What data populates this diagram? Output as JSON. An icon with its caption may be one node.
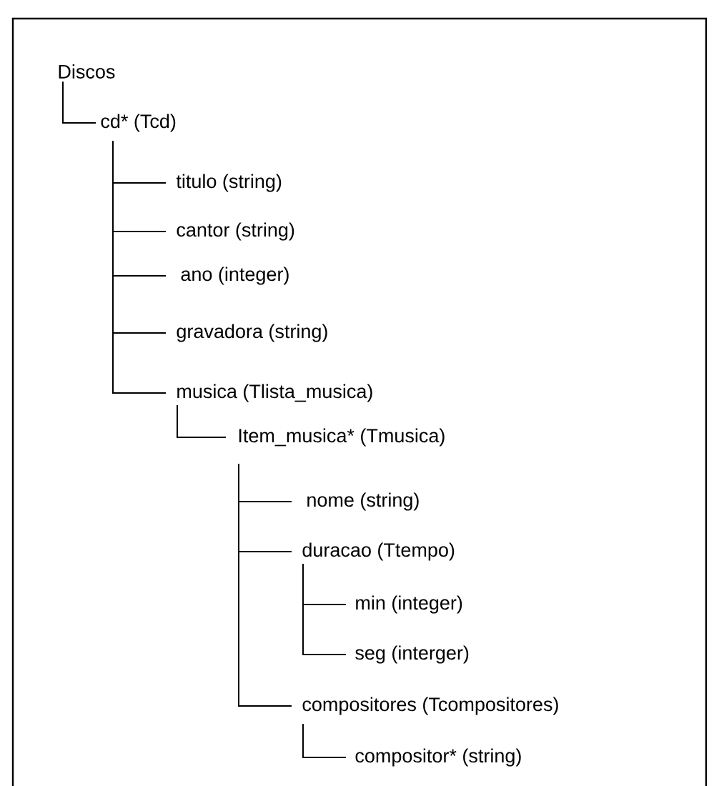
{
  "diagram": {
    "nodes": [
      {
        "text": [
          "Discos"
        ]
      },
      {
        "text": [
          "cd*  (Tcd)"
        ]
      },
      {
        "text": [
          "titulo  (string)"
        ]
      },
      {
        "text": [
          "cantor  (string)"
        ]
      },
      {
        "text": [
          "ano  (integer)"
        ]
      },
      {
        "text": [
          "gravadora  (string)"
        ]
      },
      {
        "text": [
          "musica  (Tlista_musica)"
        ]
      },
      {
        "text": [
          "Item_musica*  (Tmusica)"
        ]
      },
      {
        "text": [
          "nome (string)"
        ]
      },
      {
        "text": [
          "duracao (Ttempo)"
        ]
      },
      {
        "text": [
          "min  (integer)"
        ]
      },
      {
        "text": [
          "seg  (interger)"
        ]
      },
      {
        "text": [
          "compositores (Tcompositores)"
        ]
      },
      {
        "text": [
          "compositor*  (string)"
        ]
      }
    ],
    "edges": [
      {
        "from": 0,
        "to": 1,
        "arrow": "none"
      },
      {
        "from": 1,
        "to": 2,
        "arrow": "none"
      },
      {
        "from": 1,
        "to": 3,
        "arrow": "none"
      },
      {
        "from": 1,
        "to": 4,
        "arrow": "none"
      },
      {
        "from": 1,
        "to": 5,
        "arrow": "none"
      },
      {
        "from": 1,
        "to": 6,
        "arrow": "none"
      },
      {
        "from": 6,
        "to": 7,
        "arrow": "none"
      },
      {
        "from": 7,
        "to": 8,
        "arrow": "none"
      },
      {
        "from": 7,
        "to": 9,
        "arrow": "none"
      },
      {
        "from": 7,
        "to": 12,
        "arrow": "none"
      },
      {
        "from": 9,
        "to": 10,
        "arrow": "none"
      },
      {
        "from": 9,
        "to": 11,
        "arrow": "none"
      },
      {
        "from": 12,
        "to": 13,
        "arrow": "none"
      }
    ]
  }
}
